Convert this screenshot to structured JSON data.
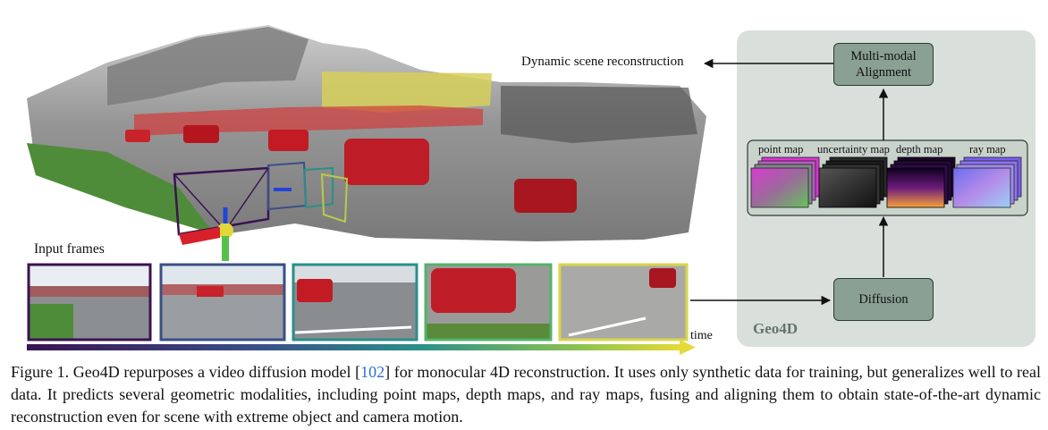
{
  "figure": {
    "scene_label": "Dynamic scene reconstruction",
    "input_frames_label": "Input frames",
    "time_label": "time",
    "panel": {
      "title": "Geo4D",
      "alignment_box": [
        "Multi-modal",
        "Alignment"
      ],
      "diffusion_box": "Diffusion",
      "modalities": [
        "point map",
        "uncertainty map",
        "depth map",
        "ray map"
      ]
    }
  },
  "caption": {
    "prefix": "Figure 1. Geo4D repurposes a video diffusion model [",
    "ref": "102",
    "suffix": "] for monocular 4D reconstruction. It uses only synthetic data for training, but generalizes well to real data. It predicts several geometric modalities, including point maps, depth maps, and ray maps, fusing and aligning them to obtain state-of-the-art dynamic reconstruction even for scene with extreme object and camera motion."
  }
}
